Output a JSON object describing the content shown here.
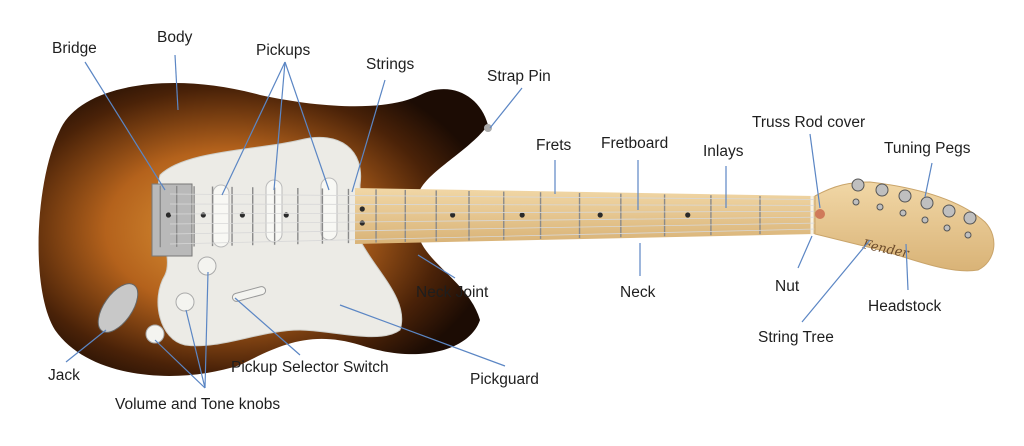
{
  "labels": {
    "bridge": "Bridge",
    "body": "Body",
    "pickups": "Pickups",
    "strings": "Strings",
    "strap_pin": "Strap Pin",
    "frets": "Frets",
    "fretboard": "Fretboard",
    "inlays": "Inlays",
    "truss_rod_cover": "Truss Rod cover",
    "tuning_pegs": "Tuning Pegs",
    "nut": "Nut",
    "neck": "Neck",
    "neck_joint": "Neck Joint",
    "headstock": "Headstock",
    "string_tree": "String Tree",
    "pickup_selector_switch": "Pickup Selector Switch",
    "pickguard": "Pickguard",
    "jack": "Jack",
    "volume_tone_knobs": "Volume and Tone knobs"
  },
  "logo_text": "Fender",
  "colors": {
    "leader": "#5b86c4",
    "maple": "#e9cb95",
    "pickguard": "#ecebe6"
  }
}
